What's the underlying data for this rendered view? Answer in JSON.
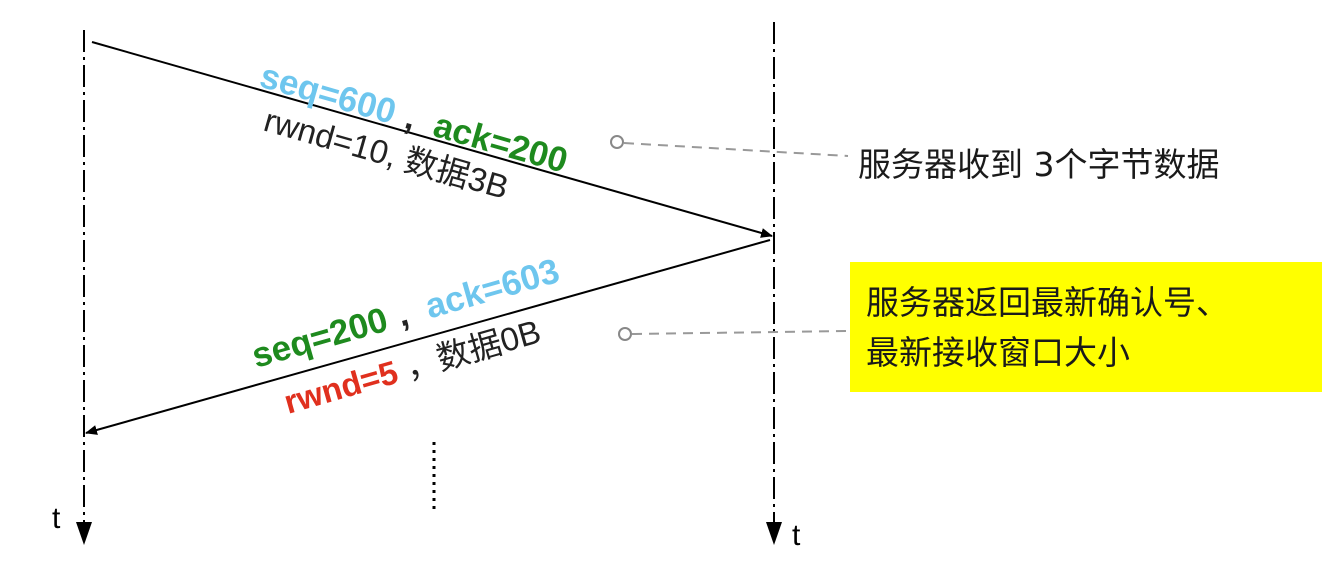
{
  "timelines": {
    "left_label": "t",
    "right_label": "t"
  },
  "message1": {
    "seq": "seq=600",
    "sep1": ",",
    "ack": "ack=200",
    "line2": "rwnd=10, 数据3B",
    "colors": {
      "seq": "#6ec6ee",
      "ack": "#1e8a1e",
      "text": "#222222"
    }
  },
  "message2": {
    "seq": "seq=200",
    "sep1": ",",
    "ack": "ack=603",
    "rwnd": "rwnd=5",
    "rest": "，数据0B",
    "colors": {
      "seq": "#1e8a1e",
      "ack": "#6ec6ee",
      "rwnd": "#e0301e",
      "text": "#222222"
    }
  },
  "annotations": {
    "note1": "服务器收到 3个字节数据",
    "note2_line1": "服务器返回最新确认号、",
    "note2_line2": "最新接收窗口大小",
    "highlight_color": "#ffff00"
  }
}
